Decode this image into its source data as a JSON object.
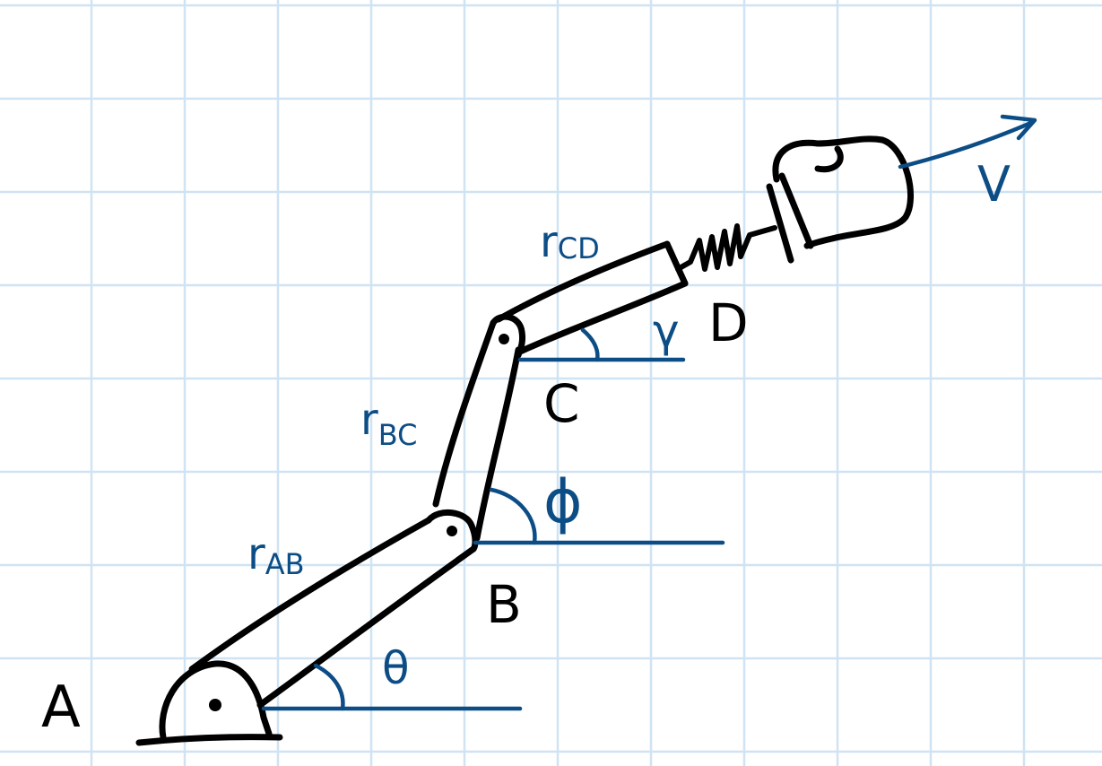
{
  "points": {
    "a": "A",
    "b": "B",
    "c": "C",
    "d": "D"
  },
  "links": {
    "ab": "r",
    "ab_sub": "AB",
    "bc": "r",
    "bc_sub": "BC",
    "cd": "r",
    "cd_sub": "CD"
  },
  "angles": {
    "theta": "θ",
    "phi": "ϕ",
    "gamma": "γ"
  },
  "velocity": "V",
  "colors": {
    "ink": "#000000",
    "annotation": "#0c4d86",
    "grid": "#cfe3f3"
  }
}
